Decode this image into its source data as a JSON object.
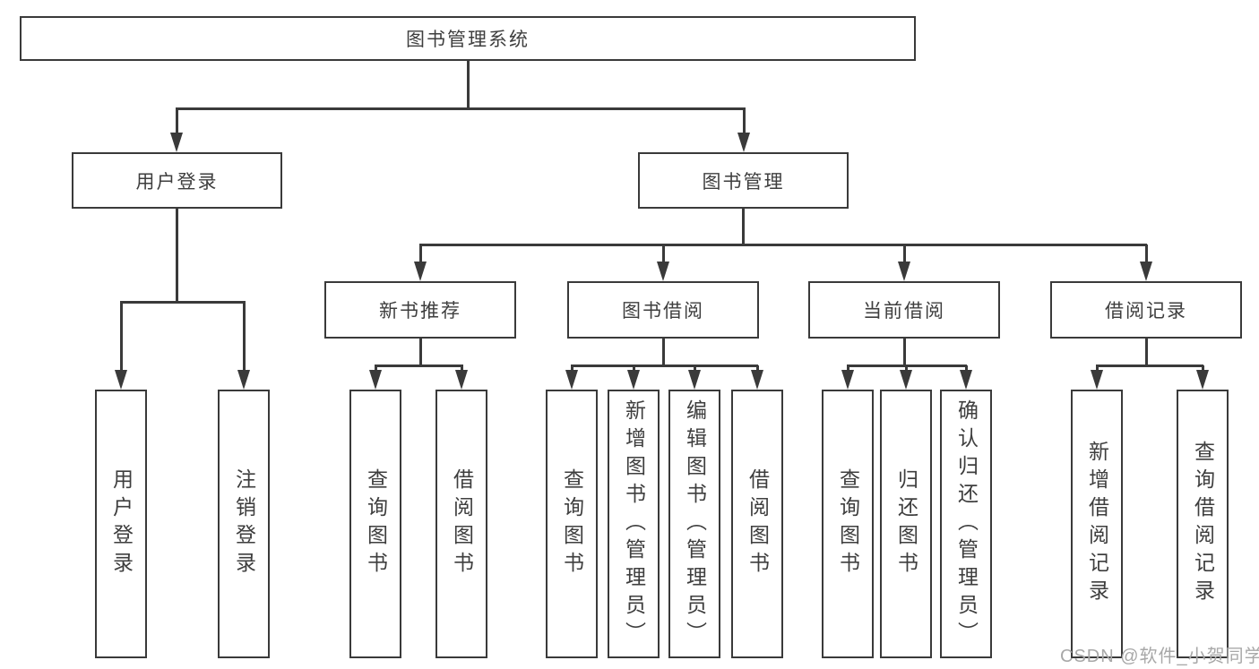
{
  "tree": {
    "root": {
      "label": "图书管理系统",
      "children": [
        {
          "label": "用户登录",
          "children": [
            {
              "label": "用户登录"
            },
            {
              "label": "注销登录"
            }
          ]
        },
        {
          "label": "图书管理",
          "children": [
            {
              "label": "新书推荐",
              "children": [
                {
                  "label": "查询图书"
                },
                {
                  "label": "借阅图书"
                }
              ]
            },
            {
              "label": "图书借阅",
              "children": [
                {
                  "label": "查询图书"
                },
                {
                  "label": "新增图书（管理员）"
                },
                {
                  "label": "编辑图书（管理员）"
                },
                {
                  "label": "借阅图书"
                }
              ]
            },
            {
              "label": "当前借阅",
              "children": [
                {
                  "label": "查询图书"
                },
                {
                  "label": "归还图书"
                },
                {
                  "label": "确认归还（管理员）"
                }
              ]
            },
            {
              "label": "借阅记录",
              "children": [
                {
                  "label": "新增借阅记录"
                },
                {
                  "label": "查询借阅记录"
                }
              ]
            }
          ]
        }
      ]
    }
  },
  "watermark": {
    "text": "CSDN @软件_小贺同学"
  },
  "colors": {
    "line": "#3a3a3a",
    "text": "#3e3e3e",
    "box_background": "#ffffff",
    "watermark": "#a8a8a8",
    "page_background": "#ffffff"
  }
}
